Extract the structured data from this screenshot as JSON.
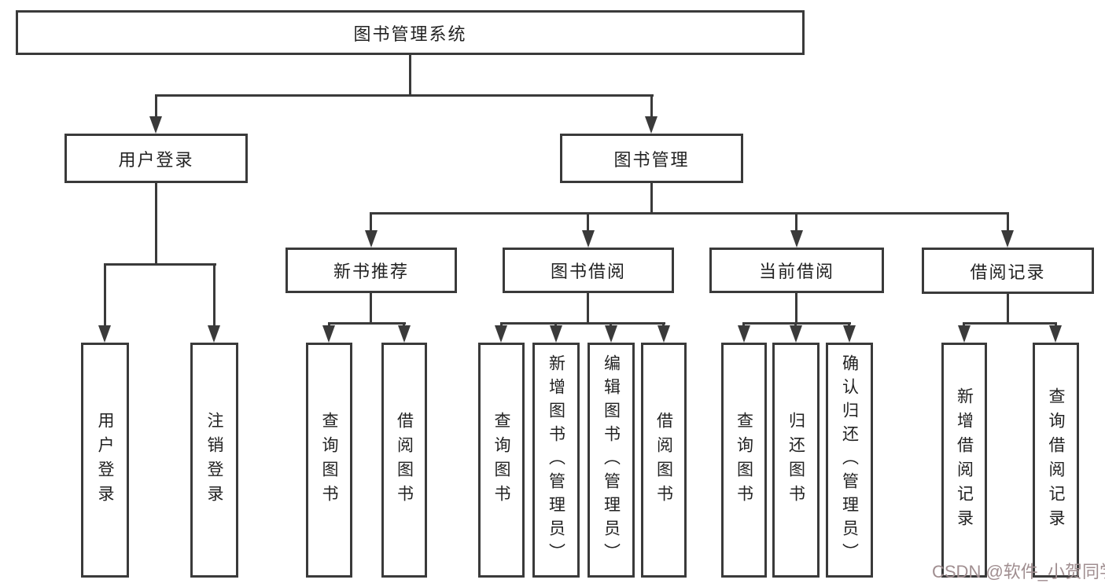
{
  "diagram": {
    "root_label": "图书管理系统",
    "level2": [
      {
        "label": "用户登录"
      },
      {
        "label": "图书管理"
      }
    ],
    "login_children": [
      "用户登录",
      "注销登录"
    ],
    "sections": [
      {
        "label": "新书推荐",
        "children": [
          "查询图书",
          "借阅图书"
        ]
      },
      {
        "label": "图书借阅",
        "children": [
          "查询图书",
          "新增图书（管理员）",
          "编辑图书（管理员）",
          "借阅图书"
        ]
      },
      {
        "label": "当前借阅",
        "children": [
          "查询图书",
          "归还图书",
          "确认归还（管理员）"
        ]
      },
      {
        "label": "借阅记录",
        "children": [
          "新增借阅记录",
          "查询借阅记录"
        ]
      }
    ],
    "watermark": "CSDN @软件_小贺同学"
  },
  "colors": {
    "line": "#3a3a3a",
    "text": "#222222",
    "watermark": "#a08e90",
    "background": "#ffffff"
  }
}
